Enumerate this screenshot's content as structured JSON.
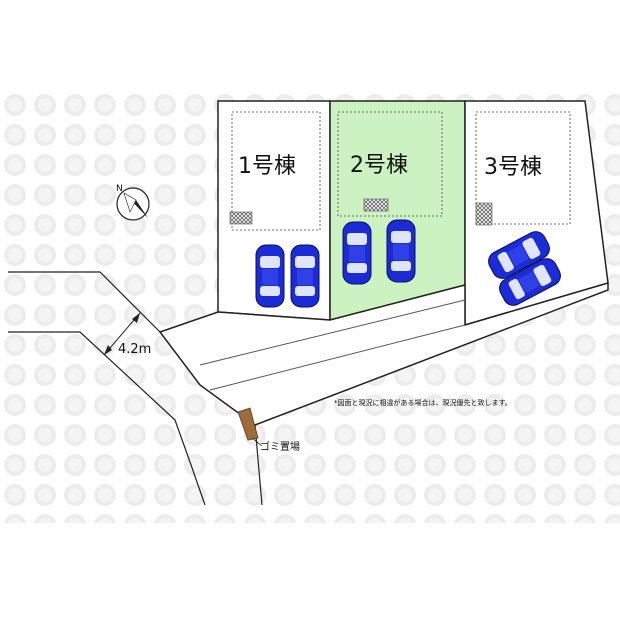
{
  "plan": {
    "title": "",
    "lots": [
      {
        "id": "lot1",
        "label": "1号棟",
        "highlighted": false,
        "parking_spaces": 2
      },
      {
        "id": "lot2",
        "label": "2号棟",
        "highlighted": true,
        "parking_spaces": 2
      },
      {
        "id": "lot3",
        "label": "3号棟",
        "highlighted": false,
        "parking_spaces": 2
      }
    ],
    "road_width_label": "4.2m",
    "garbage_area_label": "ゴミ置場",
    "disclaimer": "*図面と現況に相違がある場合は、現況優先と致します。",
    "compass_label": "N",
    "colors": {
      "highlight_fill": "#ccf2c2",
      "lot_outline": "#222222",
      "car_body": "#1b2bd6",
      "garbage_area": "#a06b3c",
      "watermark": "#e6e6e6"
    }
  }
}
